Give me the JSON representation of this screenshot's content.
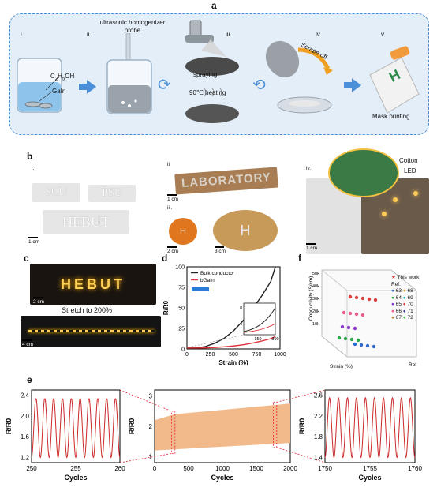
{
  "panel_a": {
    "label": "a",
    "steps": [
      "i.",
      "ii.",
      "iii.",
      "iv.",
      "v."
    ],
    "step_ii_title": "ultrasonic homogenizer\nprobe",
    "solvent_label": "C2H5OH",
    "solvent_main": "C",
    "solvent_sub1": "2",
    "solvent_mid": "H",
    "solvent_sub2": "5",
    "solvent_end": "OH",
    "galn_label": "GaIn",
    "spraying_label": "spraying",
    "heating_label": "90℃ heating",
    "scrape_label": "Scrape off",
    "mask_label": "Mask printing",
    "letter_h": "H"
  },
  "panel_b": {
    "label": "b",
    "sub_i": "i.",
    "sub_ii": "ii.",
    "sub_iii": "iii.",
    "sub_iv": "iv.",
    "texts": [
      "SCU",
      "PSU",
      "HEBUT"
    ],
    "laboratory": "LABORATORY",
    "balloon_letter": "H",
    "cotton": "Cotton",
    "led": "LED",
    "scales": [
      "1 cm",
      "1 cm",
      "2 cm",
      "3 cm",
      "1 cm"
    ]
  },
  "panel_c": {
    "label": "c",
    "top_text": "HEBUT",
    "stretch_label": "Stretch to 200%",
    "scales": [
      "2 cm",
      "4 cm"
    ]
  },
  "panel_d": {
    "label": "d",
    "ylabel": "R/R0",
    "xlabel": "Strain (%)",
    "legend": [
      "Bulk conductor",
      "bGaIn"
    ],
    "xticks": [
      "0",
      "250",
      "500",
      "750",
      "1000"
    ],
    "yticks": [
      "0",
      "25",
      "50",
      "75",
      "100"
    ],
    "inset_xticks": [
      "150",
      "300"
    ],
    "inset_yticks": [
      "4",
      "8"
    ]
  },
  "panel_f": {
    "label": "f",
    "zlabel": "Conductivity (S/cm)",
    "xlabel": "Strain (%)",
    "ylabel": "Ref.",
    "legend_title": "Ref.",
    "this_work": "This work",
    "refs": [
      "63",
      "68",
      "64",
      "69",
      "65",
      "70",
      "66",
      "71",
      "67",
      "72"
    ],
    "zticks": [
      "10k",
      "20k",
      "30k",
      "40k",
      "50k"
    ]
  },
  "panel_e": {
    "label": "e",
    "ylabel": "R/R0",
    "xlabel": "Cycles",
    "left_xticks": [
      "250",
      "255",
      "260"
    ],
    "left_yticks": [
      "1.2",
      "1.6",
      "2.0",
      "2.4"
    ],
    "mid_xticks": [
      "0",
      "500",
      "1000",
      "1500",
      "2000"
    ],
    "mid_yticks": [
      "1",
      "2",
      "3"
    ],
    "right_xticks": [
      "1750",
      "1755",
      "1760"
    ],
    "right_yticks": [
      "1.4",
      "1.8",
      "2.2",
      "2.6"
    ]
  },
  "chart_data": [
    {
      "type": "line",
      "panel": "d",
      "xlabel": "Strain (%)",
      "ylabel": "R/R0",
      "xlim": [
        0,
        1000
      ],
      "ylim": [
        0,
        100
      ],
      "series": [
        {
          "name": "Bulk conductor",
          "color": "#222222",
          "x": [
            0,
            100,
            200,
            300,
            400,
            500,
            600,
            700,
            800,
            900,
            950
          ],
          "y": [
            1,
            1.2,
            3,
            7,
            13,
            22,
            34,
            48,
            64,
            82,
            100
          ]
        },
        {
          "name": "bGaIn",
          "color": "#e0303a",
          "x": [
            0,
            100,
            200,
            300,
            400,
            500,
            600,
            700,
            800,
            900,
            950
          ],
          "y": [
            1,
            1.05,
            1.3,
            1.8,
            2.6,
            3.6,
            5,
            7,
            9.5,
            12.5,
            15
          ]
        }
      ]
    },
    {
      "type": "line",
      "panel": "e-left",
      "xlabel": "Cycles",
      "ylabel": "R/R0",
      "xlim": [
        250,
        260
      ],
      "ylim": [
        1.1,
        2.5
      ],
      "series": [
        {
          "name": "",
          "color": "#cc2a2a",
          "cycles": 10,
          "min": 1.2,
          "max": 2.35
        }
      ]
    },
    {
      "type": "area",
      "panel": "e-middle",
      "xlabel": "Cycles",
      "ylabel": "R/R0",
      "xlim": [
        0,
        2000
      ],
      "ylim": [
        0.8,
        3.2
      ],
      "series": [
        {
          "name": "",
          "color": "#f2b98a",
          "lower": [
            [
              0,
              1.2
            ],
            [
              2000,
              1.45
            ]
          ],
          "upper": [
            [
              0,
              2.2
            ],
            [
              300,
              2.4
            ],
            [
              2000,
              2.75
            ]
          ]
        }
      ]
    },
    {
      "type": "line",
      "panel": "e-right",
      "xlabel": "Cycles",
      "ylabel": "R/R0",
      "xlim": [
        1750,
        1760
      ],
      "ylim": [
        1.3,
        2.7
      ],
      "series": [
        {
          "name": "",
          "color": "#cc2a2a",
          "cycles": 10,
          "min": 1.4,
          "max": 2.55
        }
      ]
    }
  ],
  "colors": {
    "accent_blue": "#4a8fd8",
    "panel_bg": "#dceaf8",
    "red": "#cc2a2a",
    "orange": "#f2b98a"
  }
}
